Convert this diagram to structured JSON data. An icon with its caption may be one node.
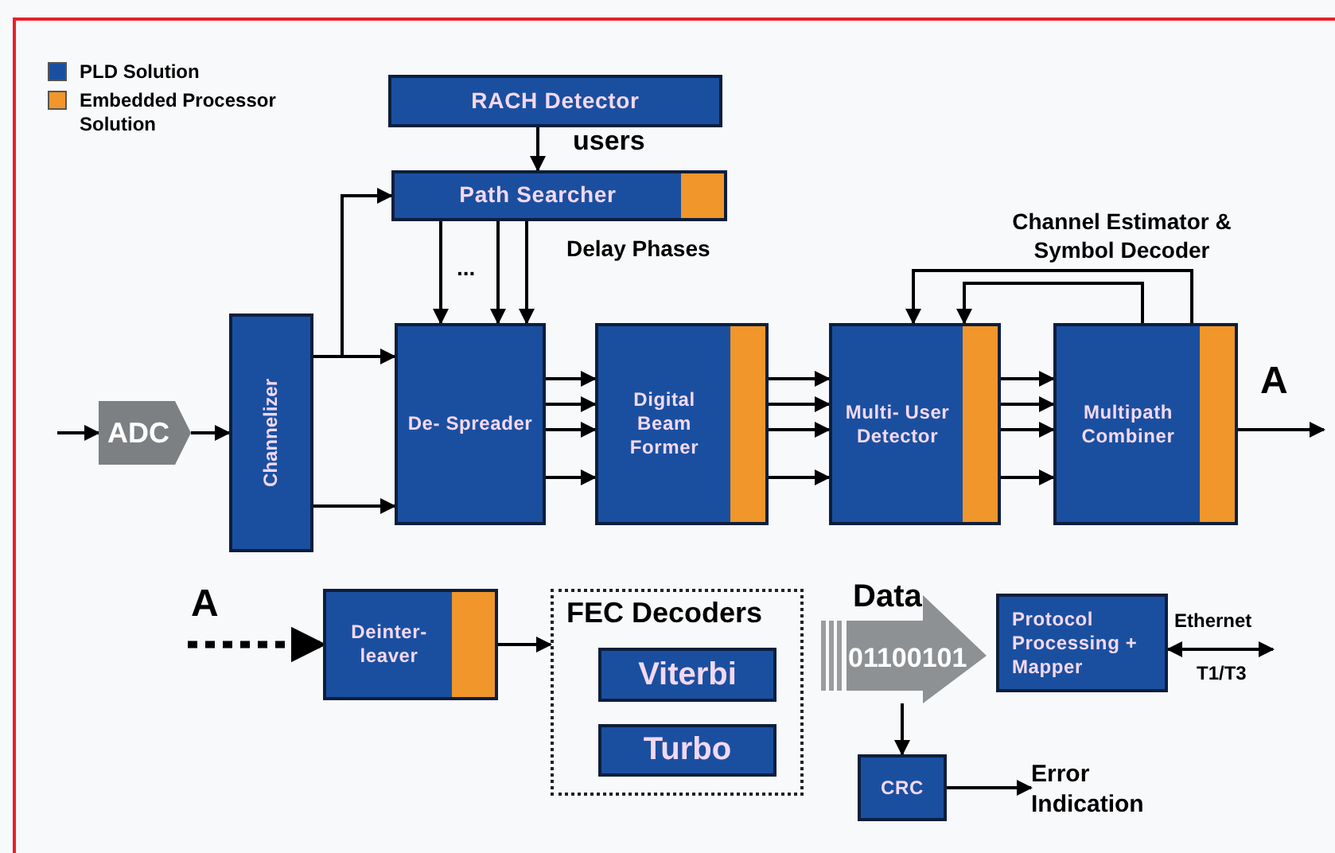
{
  "diagram": {
    "nodes": [
      {
        "text": [
          "RACH Detector"
        ]
      },
      {
        "text": [
          "Path Searcher"
        ]
      },
      {
        "text": [
          "ADC"
        ]
      },
      {
        "text": [
          "Channelizer"
        ]
      },
      {
        "text": [
          "De- Spreader"
        ]
      },
      {
        "text": [
          "Digital Beam Former"
        ]
      },
      {
        "text": [
          "Multi- User Detector"
        ]
      },
      {
        "text": [
          "Multipath Combiner"
        ]
      },
      {
        "text": [
          "Deinter- leaver"
        ]
      },
      {
        "text": [
          "FEC Decoders"
        ]
      },
      {
        "text": [
          "Viterbi"
        ],
        "in": 9
      },
      {
        "text": [
          "Turbo"
        ],
        "in": 9
      },
      {
        "text": [
          "Data",
          "01100101"
        ]
      },
      {
        "text": [
          "Protocol Processing + Mapper"
        ]
      },
      {
        "text": [
          "CRC"
        ]
      },
      {
        "text": [
          "Error Indication"
        ]
      }
    ],
    "edges": [
      {
        "from": null,
        "to": 2,
        "arrow": "to"
      },
      {
        "from": 2,
        "to": 3,
        "arrow": "to"
      },
      {
        "from": 0,
        "to": 1,
        "arrow": "to",
        "label": "users"
      },
      {
        "from": 3,
        "to": 1,
        "arrow": "to"
      },
      {
        "from": 3,
        "to": 4,
        "arrow": "to"
      },
      {
        "from": 3,
        "to": 4,
        "arrow": "to"
      },
      {
        "from": 1,
        "to": 4,
        "arrow": "to"
      },
      {
        "from": 1,
        "to": 4,
        "arrow": "to"
      },
      {
        "from": 1,
        "to": 4,
        "arrow": "to"
      },
      {
        "from": 4,
        "to": 5,
        "arrow": "to"
      },
      {
        "from": 4,
        "to": 5,
        "arrow": "to"
      },
      {
        "from": 4,
        "to": 5,
        "arrow": "to"
      },
      {
        "from": 4,
        "to": 5,
        "arrow": "to"
      },
      {
        "from": 5,
        "to": 6,
        "arrow": "to"
      },
      {
        "from": 5,
        "to": 6,
        "arrow": "to"
      },
      {
        "from": 5,
        "to": 6,
        "arrow": "to"
      },
      {
        "from": 5,
        "to": 6,
        "arrow": "to"
      },
      {
        "from": 6,
        "to": 7,
        "arrow": "to"
      },
      {
        "from": 6,
        "to": 7,
        "arrow": "to"
      },
      {
        "from": 6,
        "to": 7,
        "arrow": "to"
      },
      {
        "from": 6,
        "to": 7,
        "arrow": "to"
      },
      {
        "from": 7,
        "to": 6,
        "arrow": "to"
      },
      {
        "from": 7,
        "to": 6,
        "arrow": "to"
      },
      {
        "from": 7,
        "to": null,
        "arrow": "to",
        "label": "A"
      },
      {
        "from": null,
        "to": 8,
        "arrow": "to",
        "label": "A",
        "style": "dashed"
      },
      {
        "from": 8,
        "to": 9,
        "arrow": "to"
      },
      {
        "from": 12,
        "to": 14,
        "arrow": "to"
      },
      {
        "from": 14,
        "to": 15,
        "arrow": "to"
      },
      {
        "from": 13,
        "to": null,
        "arrow": "both",
        "label": "Ethernet"
      }
    ],
    "labels": [
      "Delay Phases",
      "...",
      "Channel Estimator & Symbol Decoder",
      "T1/T3"
    ],
    "legend": [
      {
        "text": "PLD Solution",
        "color": "#1a4fa0"
      },
      {
        "text": "Embedded Processor Solution",
        "color": "#f0962a"
      }
    ]
  }
}
